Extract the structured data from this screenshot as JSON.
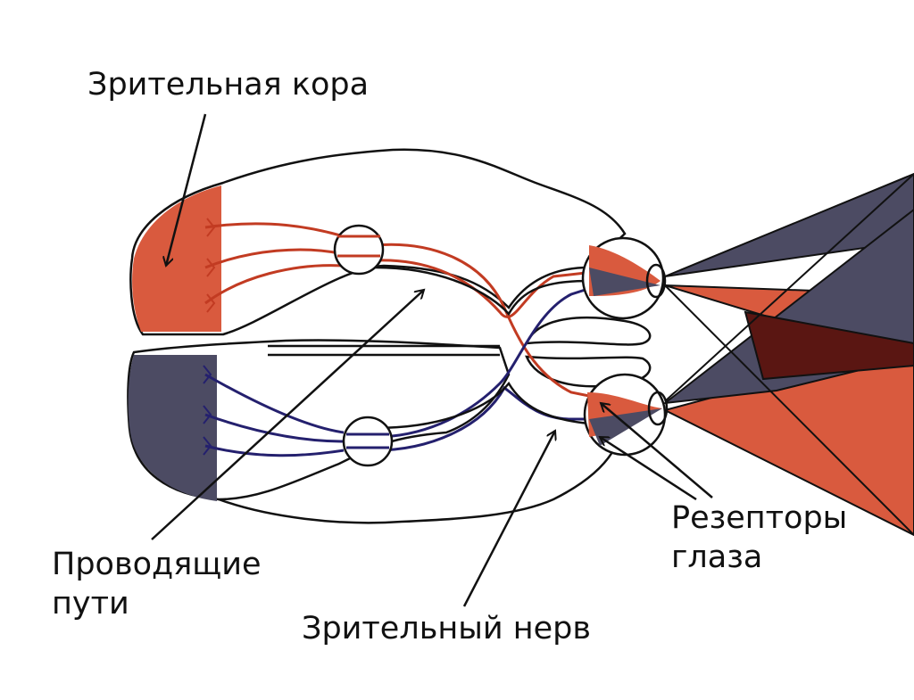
{
  "labels": {
    "visual_cortex": "Зрительная кора",
    "pathways_line1": "Проводящие",
    "pathways_line2": "пути",
    "optic_nerve": "Зрительный нерв",
    "receptors_line1": "Резепторы",
    "receptors_line2": "глаза"
  },
  "colors": {
    "red": "#d95a3e",
    "navy": "#4c4b63",
    "dark_overlap": "#5a1612",
    "red_line": "#c23b22",
    "blue_line": "#24206e",
    "outline": "#111111"
  }
}
